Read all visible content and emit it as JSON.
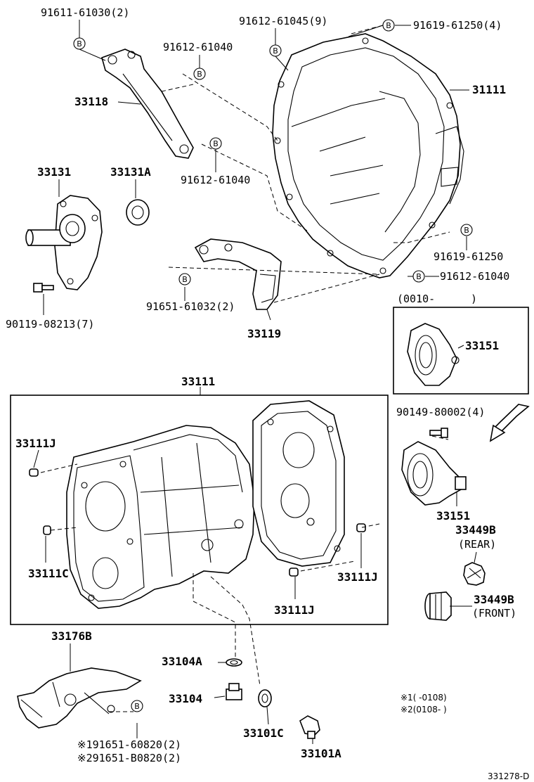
{
  "labels": {
    "p_91611_61030": "91611-61030(2)",
    "p_91612_61045": "91612-61045(9)",
    "p_91619_61250_4": "91619-61250(4)",
    "p_31111": "31111",
    "p_91612_61040_a": "91612-61040",
    "p_33118": "33118",
    "p_33131": "33131",
    "p_33131A": "33131A",
    "p_91612_61040_b": "91612-61040",
    "p_91619_61250": "91619-61250",
    "p_91612_61040_c": "91612-61040",
    "p_range_0010": "(0010-",
    "p_range_close": ")",
    "p_91651_61032": "91651-61032(2)",
    "p_90119_08213": "90119-08213(7)",
    "p_33119": "33119",
    "p_33151_top": "33151",
    "p_33111_group": "33111",
    "p_33111J_a": "33111J",
    "p_90149_80002": "90149-80002(4)",
    "p_33151_bottom": "33151",
    "p_33449B_rear": "33449B",
    "p_rear": "(REAR)",
    "p_33111C": "33111C",
    "p_33111J_b": "33111J",
    "p_33111J_c": "33111J",
    "p_33449B_front": "33449B",
    "p_front": "(FRONT)",
    "p_33176B": "33176B",
    "p_33104A": "33104A",
    "p_33104": "33104",
    "p_note1": "※1(      -0108)",
    "p_note2": "※2(0108-      )",
    "p_33101C": "33101C",
    "p_33101A": "33101A",
    "p_note_91651_60820": "※191651-60820(2)",
    "p_note_91651_B0820": "※291651-B0820(2)",
    "p_diagram_id": "331278-D"
  },
  "bolt_marker": "B"
}
